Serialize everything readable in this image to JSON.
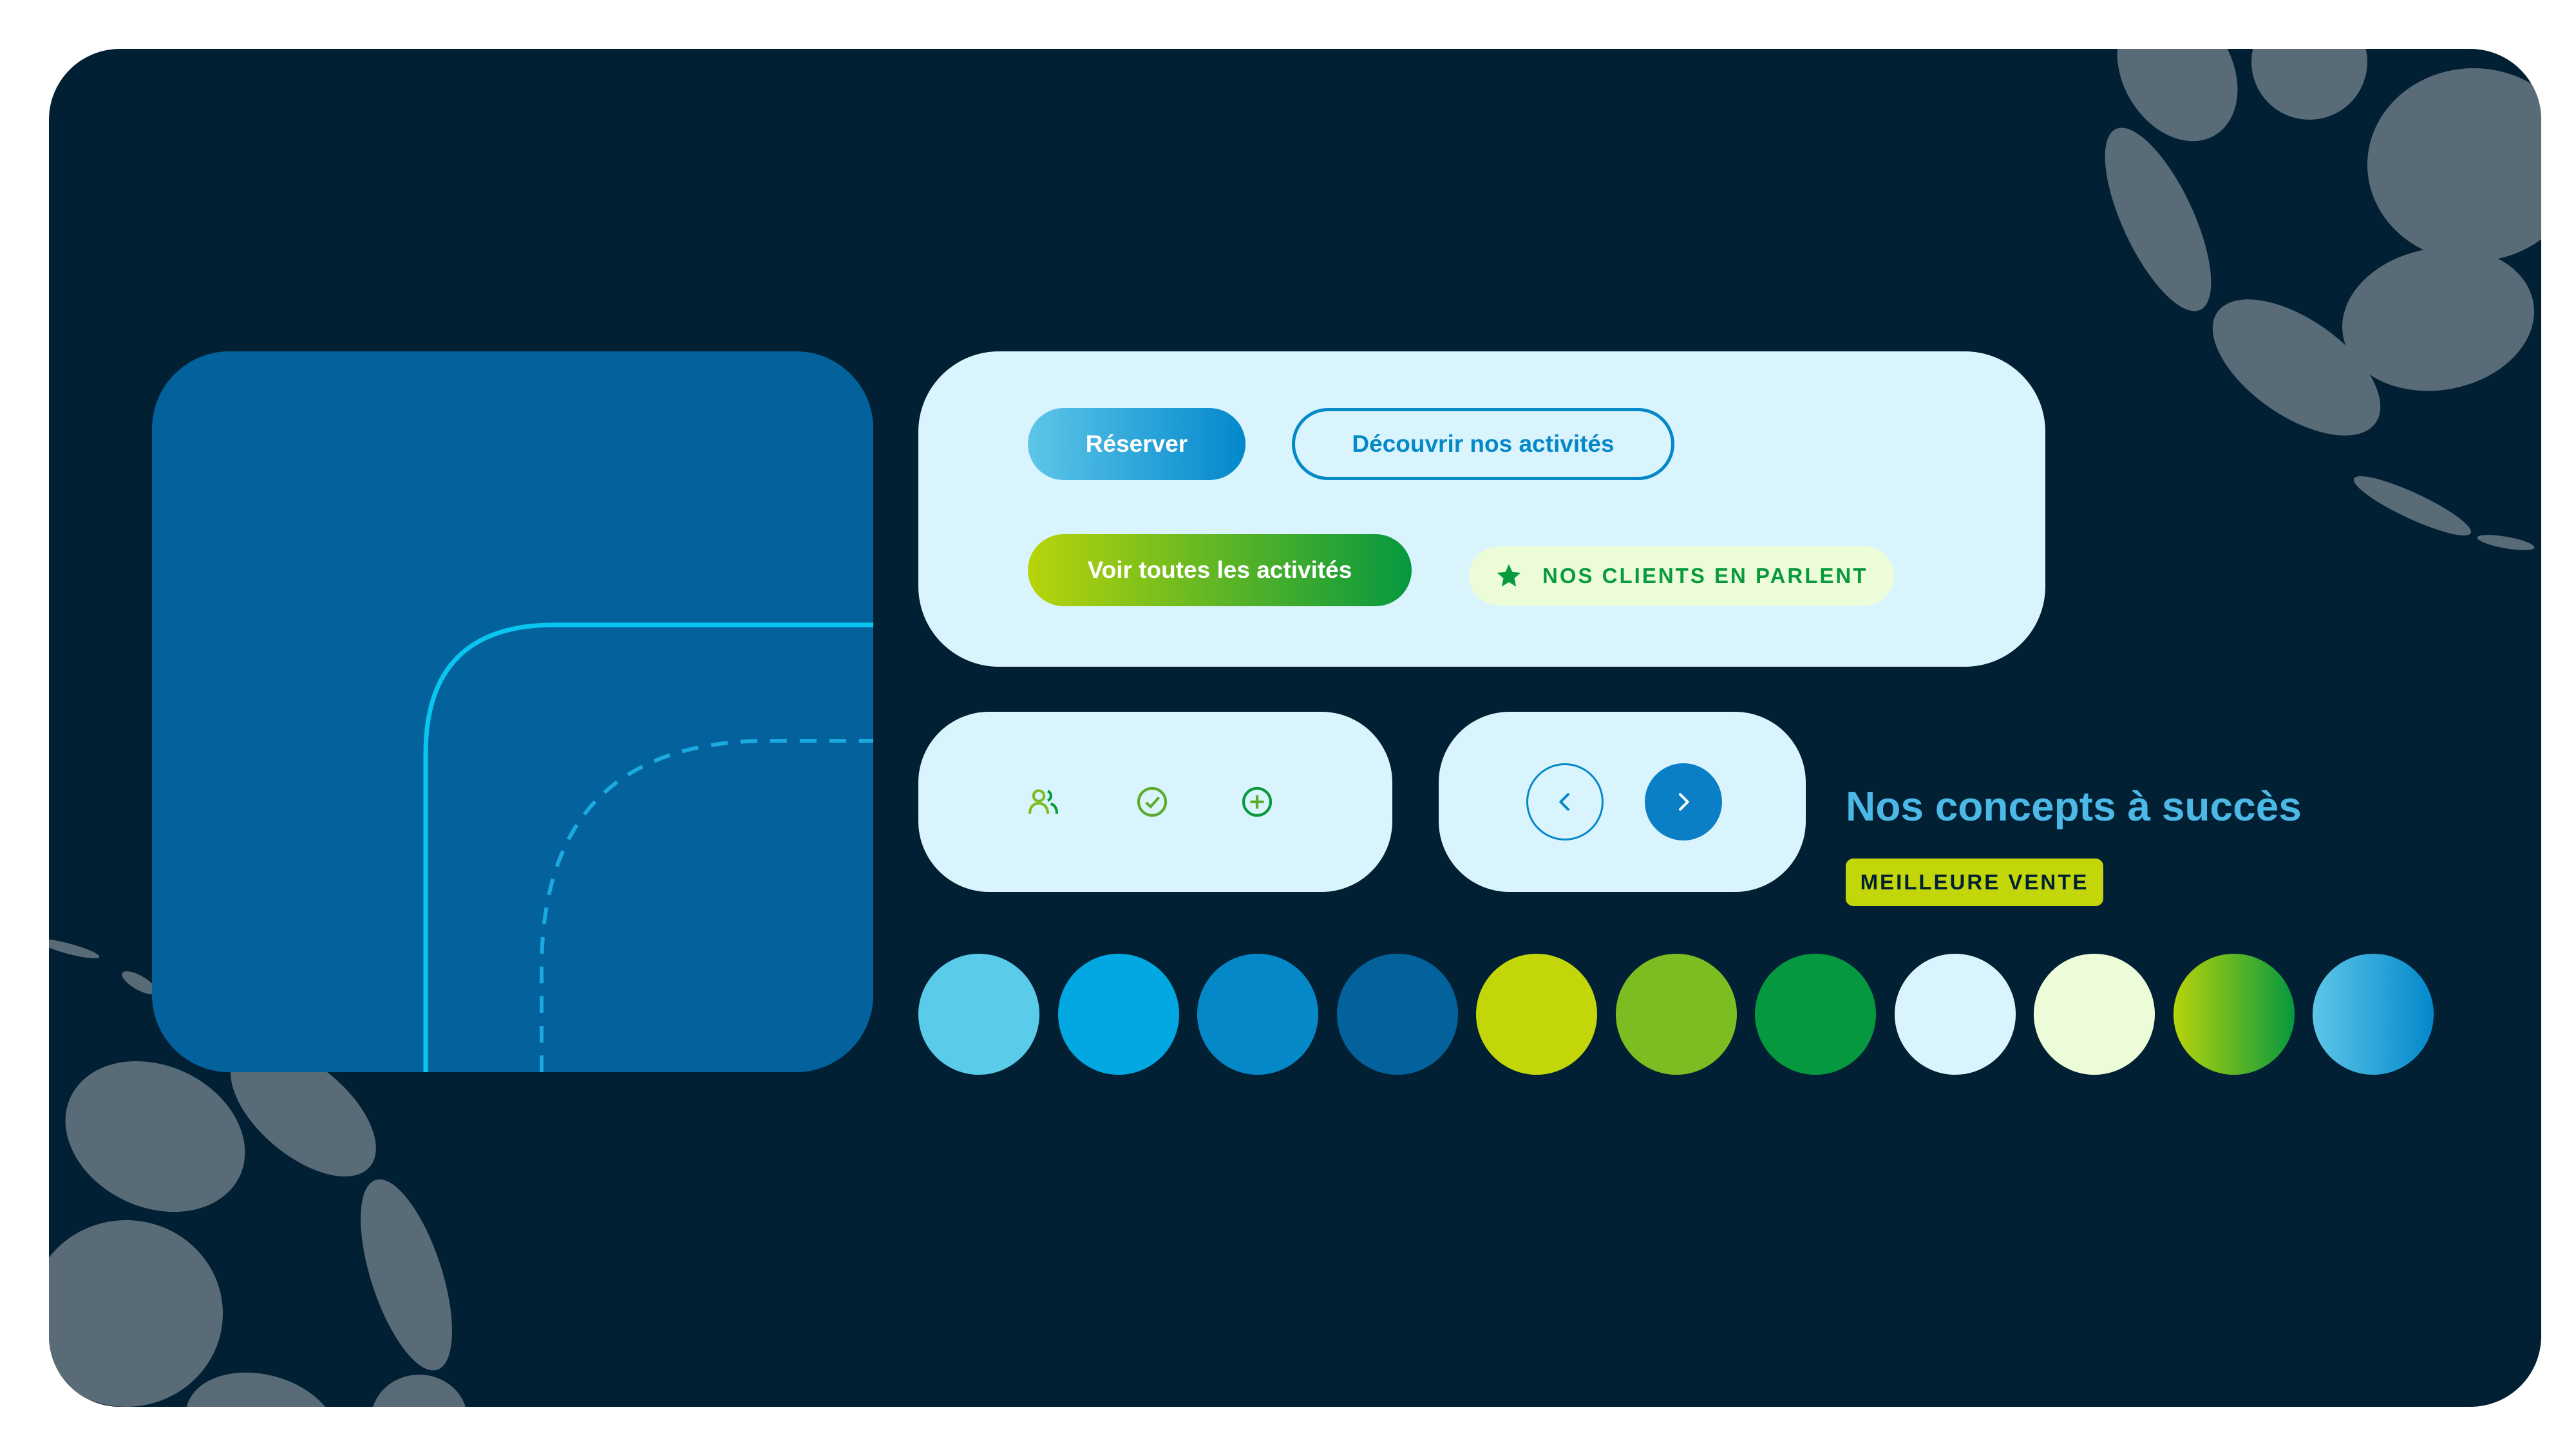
{
  "buttons": {
    "reserver": "Réserver",
    "decouvrir": "Découvrir nos activités",
    "voir": "Voir toutes les activités"
  },
  "badges": {
    "clients": "NOS CLIENTS EN PARLENT",
    "best_seller": "MEILLEURE VENTE"
  },
  "headline": "Nos concepts à succès",
  "icons": [
    "group-icon",
    "check-circle-icon",
    "plus-circle-icon",
    "star-icon",
    "chevron-left-icon",
    "chevron-right-icon"
  ],
  "colors": {
    "background": "#022033",
    "panel": "#daf4fd",
    "primary_blue": "#03629b",
    "accent_green": "#0a9a3e",
    "lime": "#c2d60a",
    "headline": "#4cb8e6"
  },
  "swatches": [
    "#5bcbea",
    "#02a8e2",
    "#0588c8",
    "#03629b",
    "#c2d60a",
    "#7cbd21",
    "#06983f",
    "#daf4fd",
    "#edfcd8",
    "linear-gradient(90deg, #b8d40a 0%, #06983f 100%)",
    "linear-gradient(90deg, #5ec6e8 0%, #0288cc 100%)"
  ]
}
